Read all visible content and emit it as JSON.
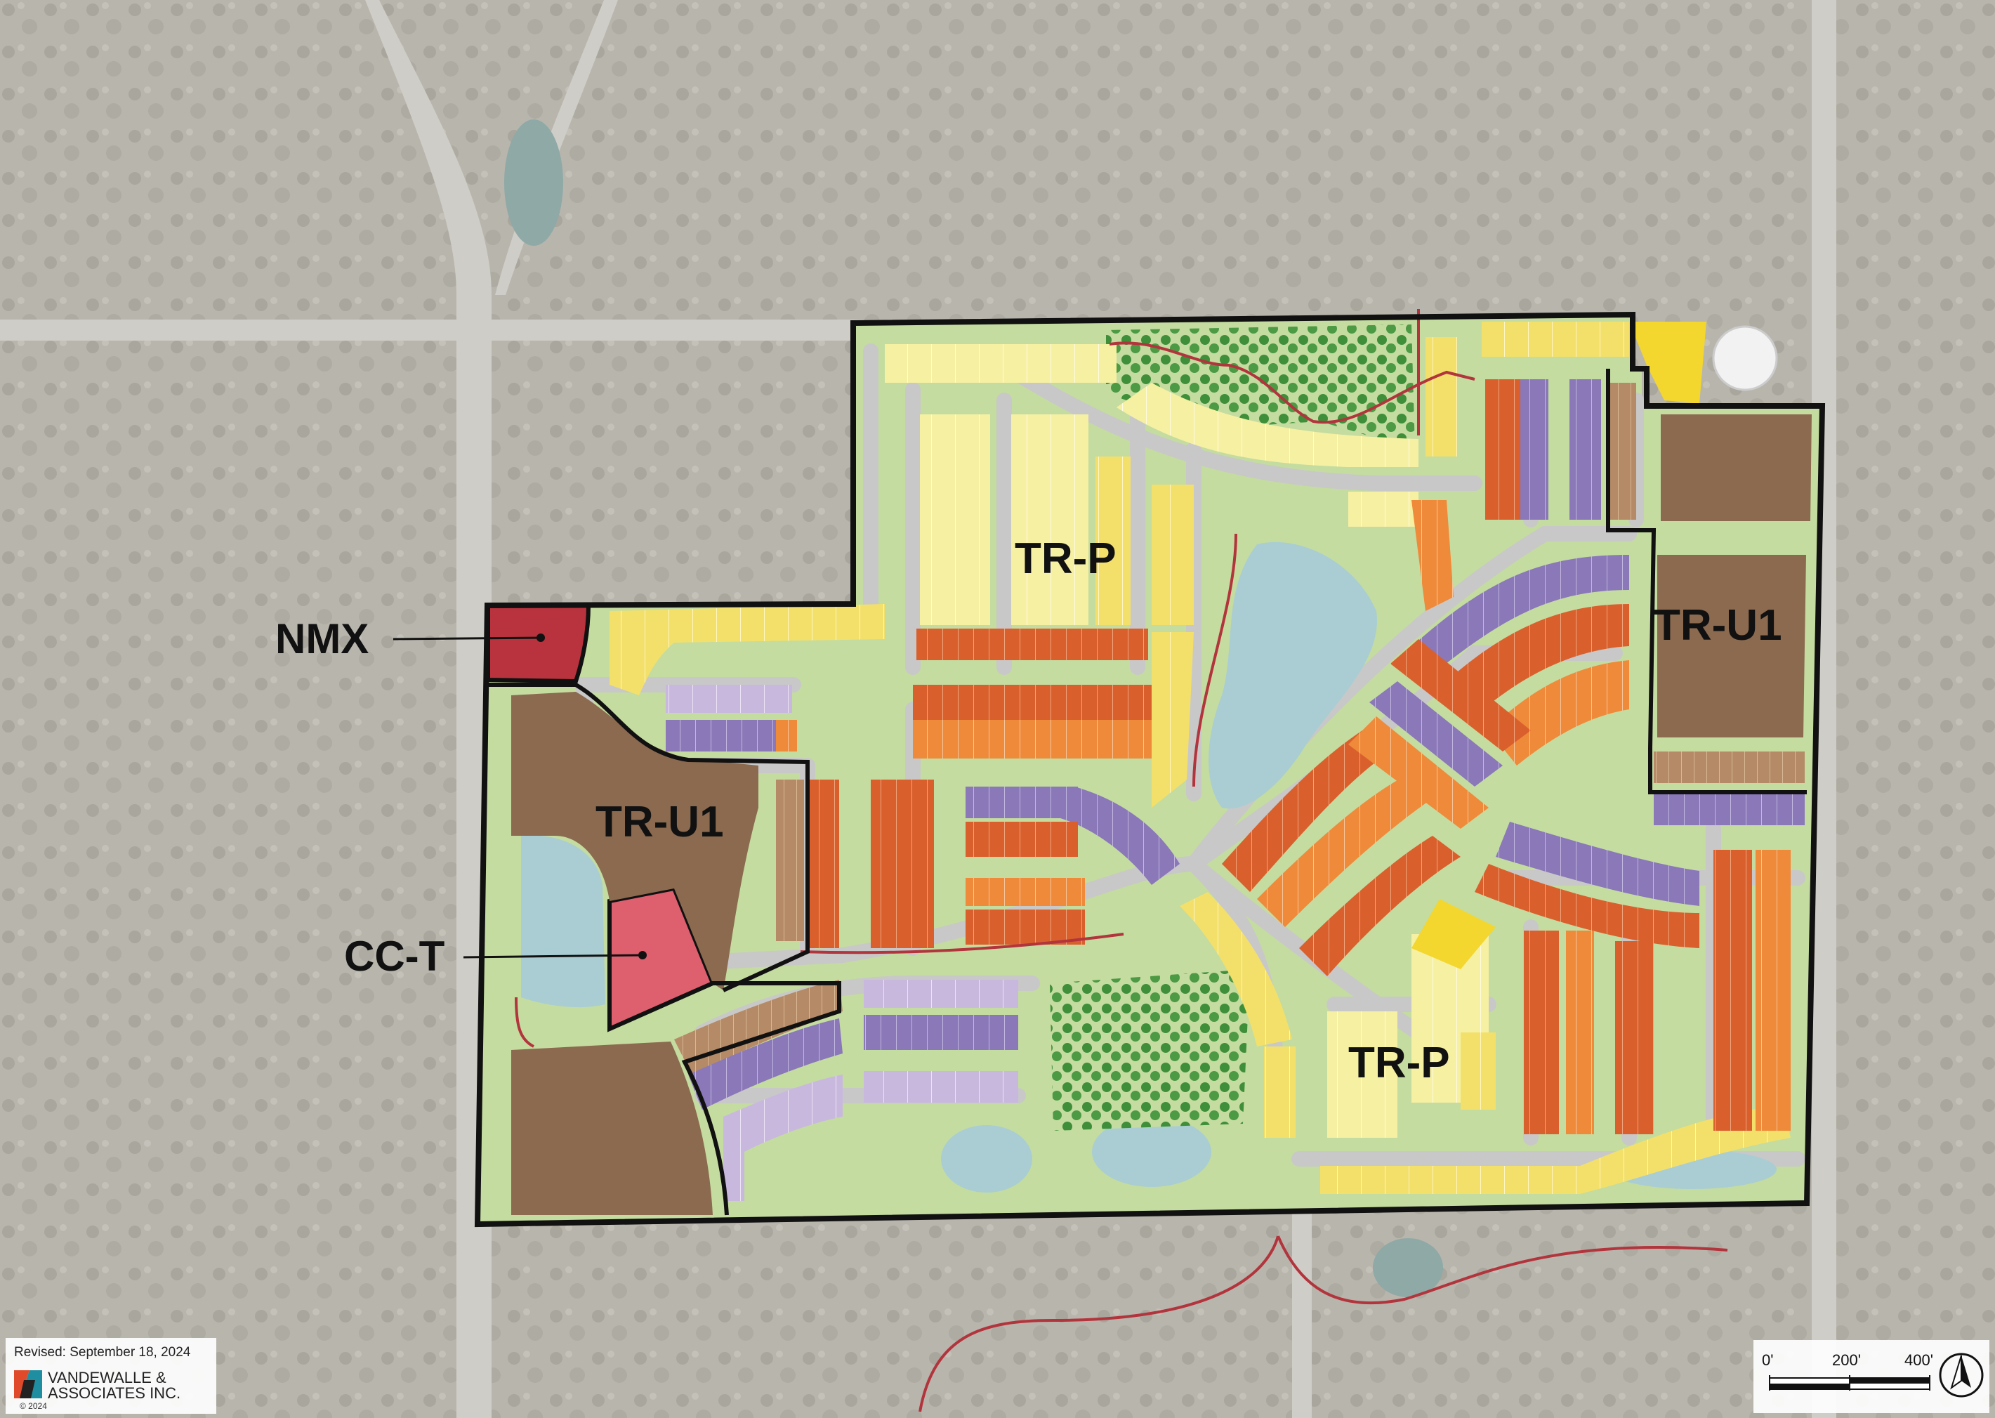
{
  "map": {
    "zone_labels": {
      "trp_north": "TR-P",
      "tru1_west": "TR-U1",
      "tru1_east": "TR-U1",
      "trp_south": "TR-P"
    },
    "callouts": {
      "nmx": "NMX",
      "cct": "CC-T"
    },
    "colors": {
      "boundary": "#111111",
      "road": "#c8c8c8",
      "tr_u1": "#8b6a4f",
      "nmx": "#b8333d",
      "cc_t": "#de5f6e",
      "pond": "#a9cdd3",
      "open_space": "#c4dca0",
      "trees": "#3f8f3a",
      "trail": "#b2343c",
      "lots_yellow_light": "#f6f0a3",
      "lots_yellow": "#f3e06a",
      "lots_orange": "#ef8a3a",
      "lots_dark_orange": "#d9602d",
      "lots_purple": "#8a78b8",
      "lots_lavender": "#c9b8de",
      "aerial": "#b5b2aa"
    }
  },
  "legend": {
    "revised": "Revised: September 18, 2024",
    "firm_line1": "VANDEWALLE &",
    "firm_line2": "ASSOCIATES INC.",
    "copyright": "© 2024"
  },
  "scale_bar": {
    "ticks": [
      "0'",
      "200'",
      "400'"
    ]
  }
}
